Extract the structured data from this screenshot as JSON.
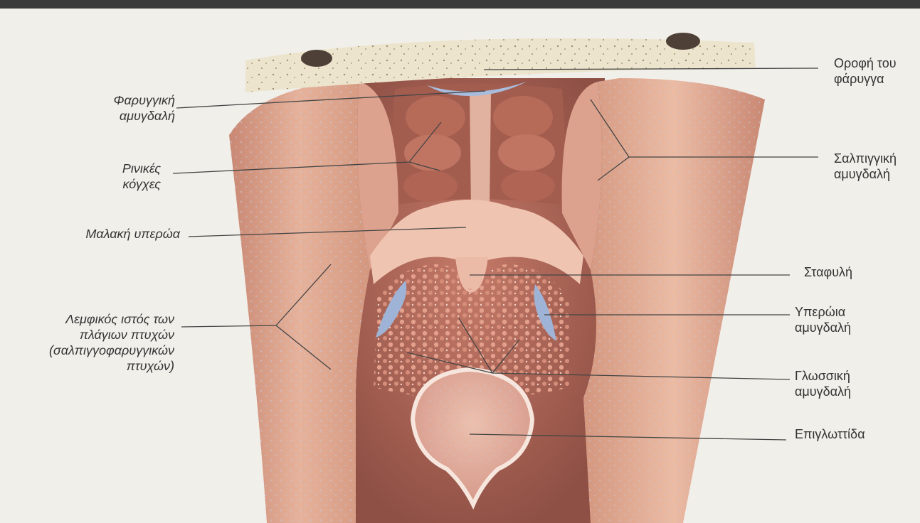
{
  "figure": {
    "title": "",
    "colors": {
      "background": "#f1efea",
      "bone": "#ece4cc",
      "tissue": "#e3a88f",
      "deep_tissue": "#b96e5c",
      "tonsil_blue": "#9fb3d6",
      "leader_line": "#444444"
    }
  },
  "labels": {
    "left": [
      {
        "id": "pharyngeal-tonsil",
        "lines": [
          "Φαρυγγική",
          "αμυγδαλή"
        ]
      },
      {
        "id": "nasal-conchae",
        "lines": [
          "Ρινικές",
          "κόγχες"
        ]
      },
      {
        "id": "soft-palate",
        "lines": [
          "Μαλακή υπερώα"
        ]
      },
      {
        "id": "lateral-folds-lymphoid",
        "lines": [
          "Λεμφικός ιστός των",
          "πλάγιων πτυχών",
          "(σαλπιγγοφαρυγγικών",
          "πτυχών)"
        ]
      }
    ],
    "right": [
      {
        "id": "pharynx-roof",
        "lines": [
          "Οροφή του",
          "φάρυγγα"
        ]
      },
      {
        "id": "tubal-tonsil",
        "lines": [
          "Σαλπιγγική",
          "αμυγδαλή"
        ]
      },
      {
        "id": "uvula",
        "lines": [
          "Σταφυλή"
        ]
      },
      {
        "id": "palatine-tonsil",
        "lines": [
          "Υπερώια",
          "αμυγδαλή"
        ]
      },
      {
        "id": "lingual-tonsil",
        "lines": [
          "Γλωσσική",
          "αμυγδαλή"
        ]
      },
      {
        "id": "epiglottis",
        "lines": [
          "Επιγλωττίδα"
        ]
      }
    ]
  }
}
